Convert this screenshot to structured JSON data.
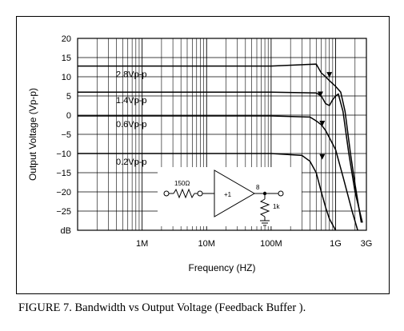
{
  "caption": "FIGURE 7. Bandwidth vs Output Voltage (Feedback Buffer ).",
  "chart_data": {
    "type": "line",
    "xlabel": "Frequency (HZ)",
    "ylabel": "Output Voltage (Vp-p)",
    "x_scale": "log",
    "xlim": [
      100000,
      3000000000
    ],
    "ylim": [
      -30,
      20
    ],
    "x_ticks": [
      {
        "value": 1000000,
        "label": "1M"
      },
      {
        "value": 10000000,
        "label": "10M"
      },
      {
        "value": 100000000,
        "label": "100M"
      },
      {
        "value": 1000000000,
        "label": "1G"
      },
      {
        "value": 3000000000,
        "label": "3G"
      }
    ],
    "y_ticks": [
      {
        "value": 20,
        "label": "20"
      },
      {
        "value": 15,
        "label": "15"
      },
      {
        "value": 10,
        "label": "10"
      },
      {
        "value": 5,
        "label": "5"
      },
      {
        "value": 0,
        "label": "0"
      },
      {
        "value": -5,
        "label": "−5"
      },
      {
        "value": -10,
        "label": "−10"
      },
      {
        "value": -15,
        "label": "−15"
      },
      {
        "value": -20,
        "label": "−20"
      },
      {
        "value": -25,
        "label": "−25"
      },
      {
        "value": -30,
        "label": "dB"
      }
    ],
    "grid": true,
    "series": [
      {
        "name": "2.8Vp-p",
        "x": [
          100000,
          100000000,
          500000000,
          600000000,
          700000000,
          800000000,
          1000000000,
          1200000000,
          1400000000,
          1700000000,
          2000000000,
          2500000000
        ],
        "y": [
          12.8,
          12.8,
          13.3,
          11.0,
          10.0,
          9.0,
          7.5,
          6.0,
          1.0,
          -10.0,
          -18.0,
          -28.0
        ]
      },
      {
        "name": "1.4Vp-p",
        "x": [
          100000,
          100000000,
          500000000,
          600000000,
          700000000,
          800000000,
          900000000,
          1000000000,
          1100000000,
          1300000000,
          1600000000,
          2000000000,
          2600000000
        ],
        "y": [
          6.0,
          6.0,
          5.8,
          5.0,
          3.0,
          2.5,
          4.0,
          5.0,
          5.5,
          1.0,
          -10.0,
          -20.0,
          -28.0
        ]
      },
      {
        "name": "0.6Vp-p",
        "x": [
          100000,
          100000000,
          400000000,
          500000000,
          600000000,
          700000000,
          1000000000,
          1300000000,
          1800000000,
          2200000000
        ],
        "y": [
          -0.2,
          -0.2,
          -0.5,
          -1.5,
          -2.5,
          -4.0,
          -9.0,
          -16.0,
          -25.0,
          -30.0
        ]
      },
      {
        "name": "0.2Vp-p",
        "x": [
          100000,
          100000000,
          300000000,
          400000000,
          500000000,
          600000000,
          700000000,
          800000000,
          1000000000
        ],
        "y": [
          -10.0,
          -10.0,
          -10.5,
          -12.0,
          -15.0,
          -20.0,
          -24.0,
          -27.0,
          -30.0
        ]
      }
    ],
    "markers": [
      {
        "x": 800000000,
        "y": 10.4
      },
      {
        "x": 580000000,
        "y": 5.3
      },
      {
        "x": 620000000,
        "y": -2.3
      },
      {
        "x": 620000000,
        "y": -11.0
      }
    ],
    "inset": {
      "resistor_label": "150Ω",
      "gain_label": "+1",
      "pin_label": "8",
      "load_label": "1k"
    }
  }
}
